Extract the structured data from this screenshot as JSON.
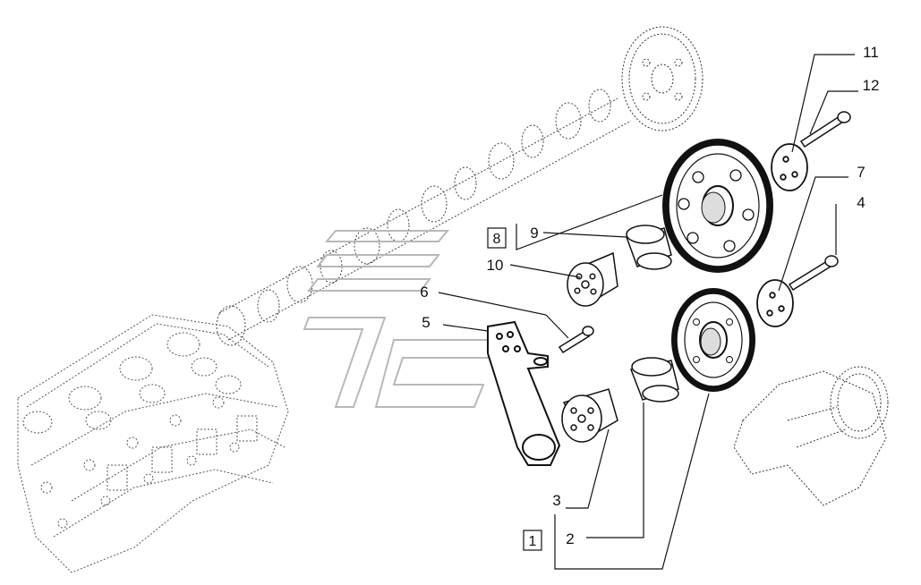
{
  "diagram": {
    "callouts": {
      "c1": "1",
      "c2": "2",
      "c3": "3",
      "c4": "4",
      "c5": "5",
      "c6": "6",
      "c7": "7",
      "c8": "8",
      "c9": "9",
      "c10": "10",
      "c11": "11",
      "c12": "12"
    },
    "colors": {
      "line": "#111111",
      "ghost": "#555555",
      "watermark": "#b8b8b8"
    }
  }
}
